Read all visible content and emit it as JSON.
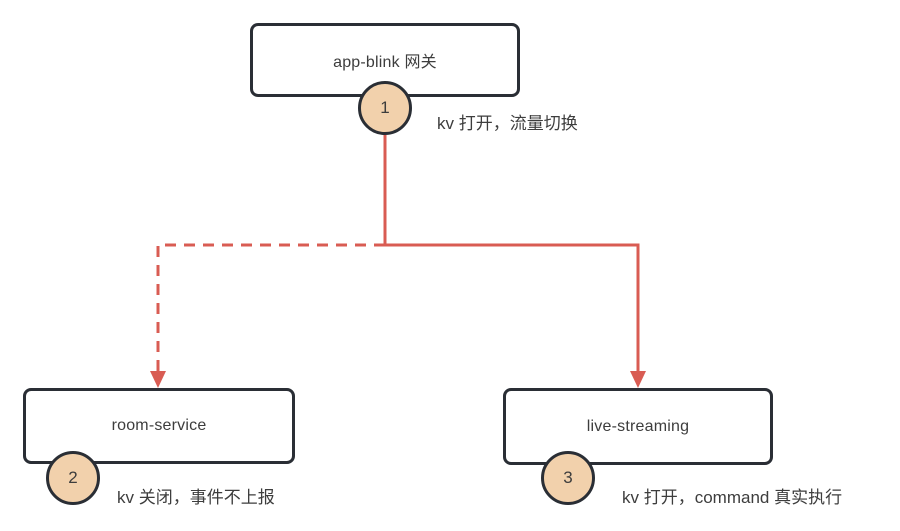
{
  "diagram": {
    "nodes": [
      {
        "id": "gateway",
        "label": "app-blink 网关",
        "badge": "1",
        "note": "kv 打开，流量切换"
      },
      {
        "id": "room-service",
        "label": "room-service",
        "badge": "2",
        "note": "kv 关闭，事件不上报"
      },
      {
        "id": "live-streaming",
        "label": "live-streaming",
        "badge": "3",
        "note": "kv 打开，command 真实执行"
      }
    ],
    "edges": [
      {
        "from": "gateway",
        "to": "room-service",
        "style": "dashed",
        "color": "#d95c53"
      },
      {
        "from": "gateway",
        "to": "live-streaming",
        "style": "solid",
        "color": "#d95c53"
      }
    ],
    "colors": {
      "connector": "#d95c53",
      "node_border": "#2a2e35",
      "node_fill": "#ffffff",
      "badge_fill": "#f2d1ac",
      "text": "#3d3d3d",
      "background": "#ffffff"
    }
  }
}
